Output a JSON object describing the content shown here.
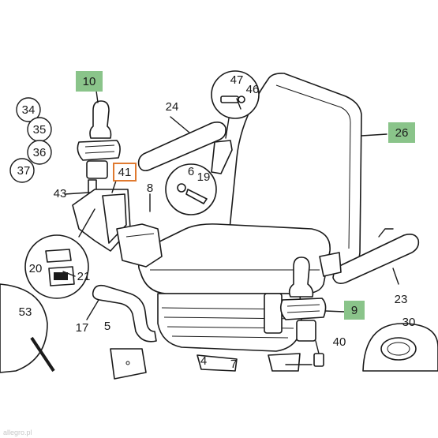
{
  "colors": {
    "highlight_green": "#8ac48a",
    "highlight_orange": "#e07a30",
    "ink": "#1a1a1a"
  },
  "callouts": {
    "p10": "10",
    "p26": "26",
    "p9": "9",
    "p41": "41",
    "p34": "34",
    "p35": "35",
    "p36": "36",
    "p37": "37",
    "p47": "47",
    "p46": "46",
    "p6": "6",
    "p19": "19",
    "p24": "24",
    "p8": "8",
    "p43": "43",
    "p20": "20",
    "p21": "21",
    "p53": "53",
    "p17": "17",
    "p5": "5",
    "p4": "4",
    "p7": "7",
    "p23": "23",
    "p30": "30",
    "p40": "40"
  },
  "watermark": "allegro.pl"
}
